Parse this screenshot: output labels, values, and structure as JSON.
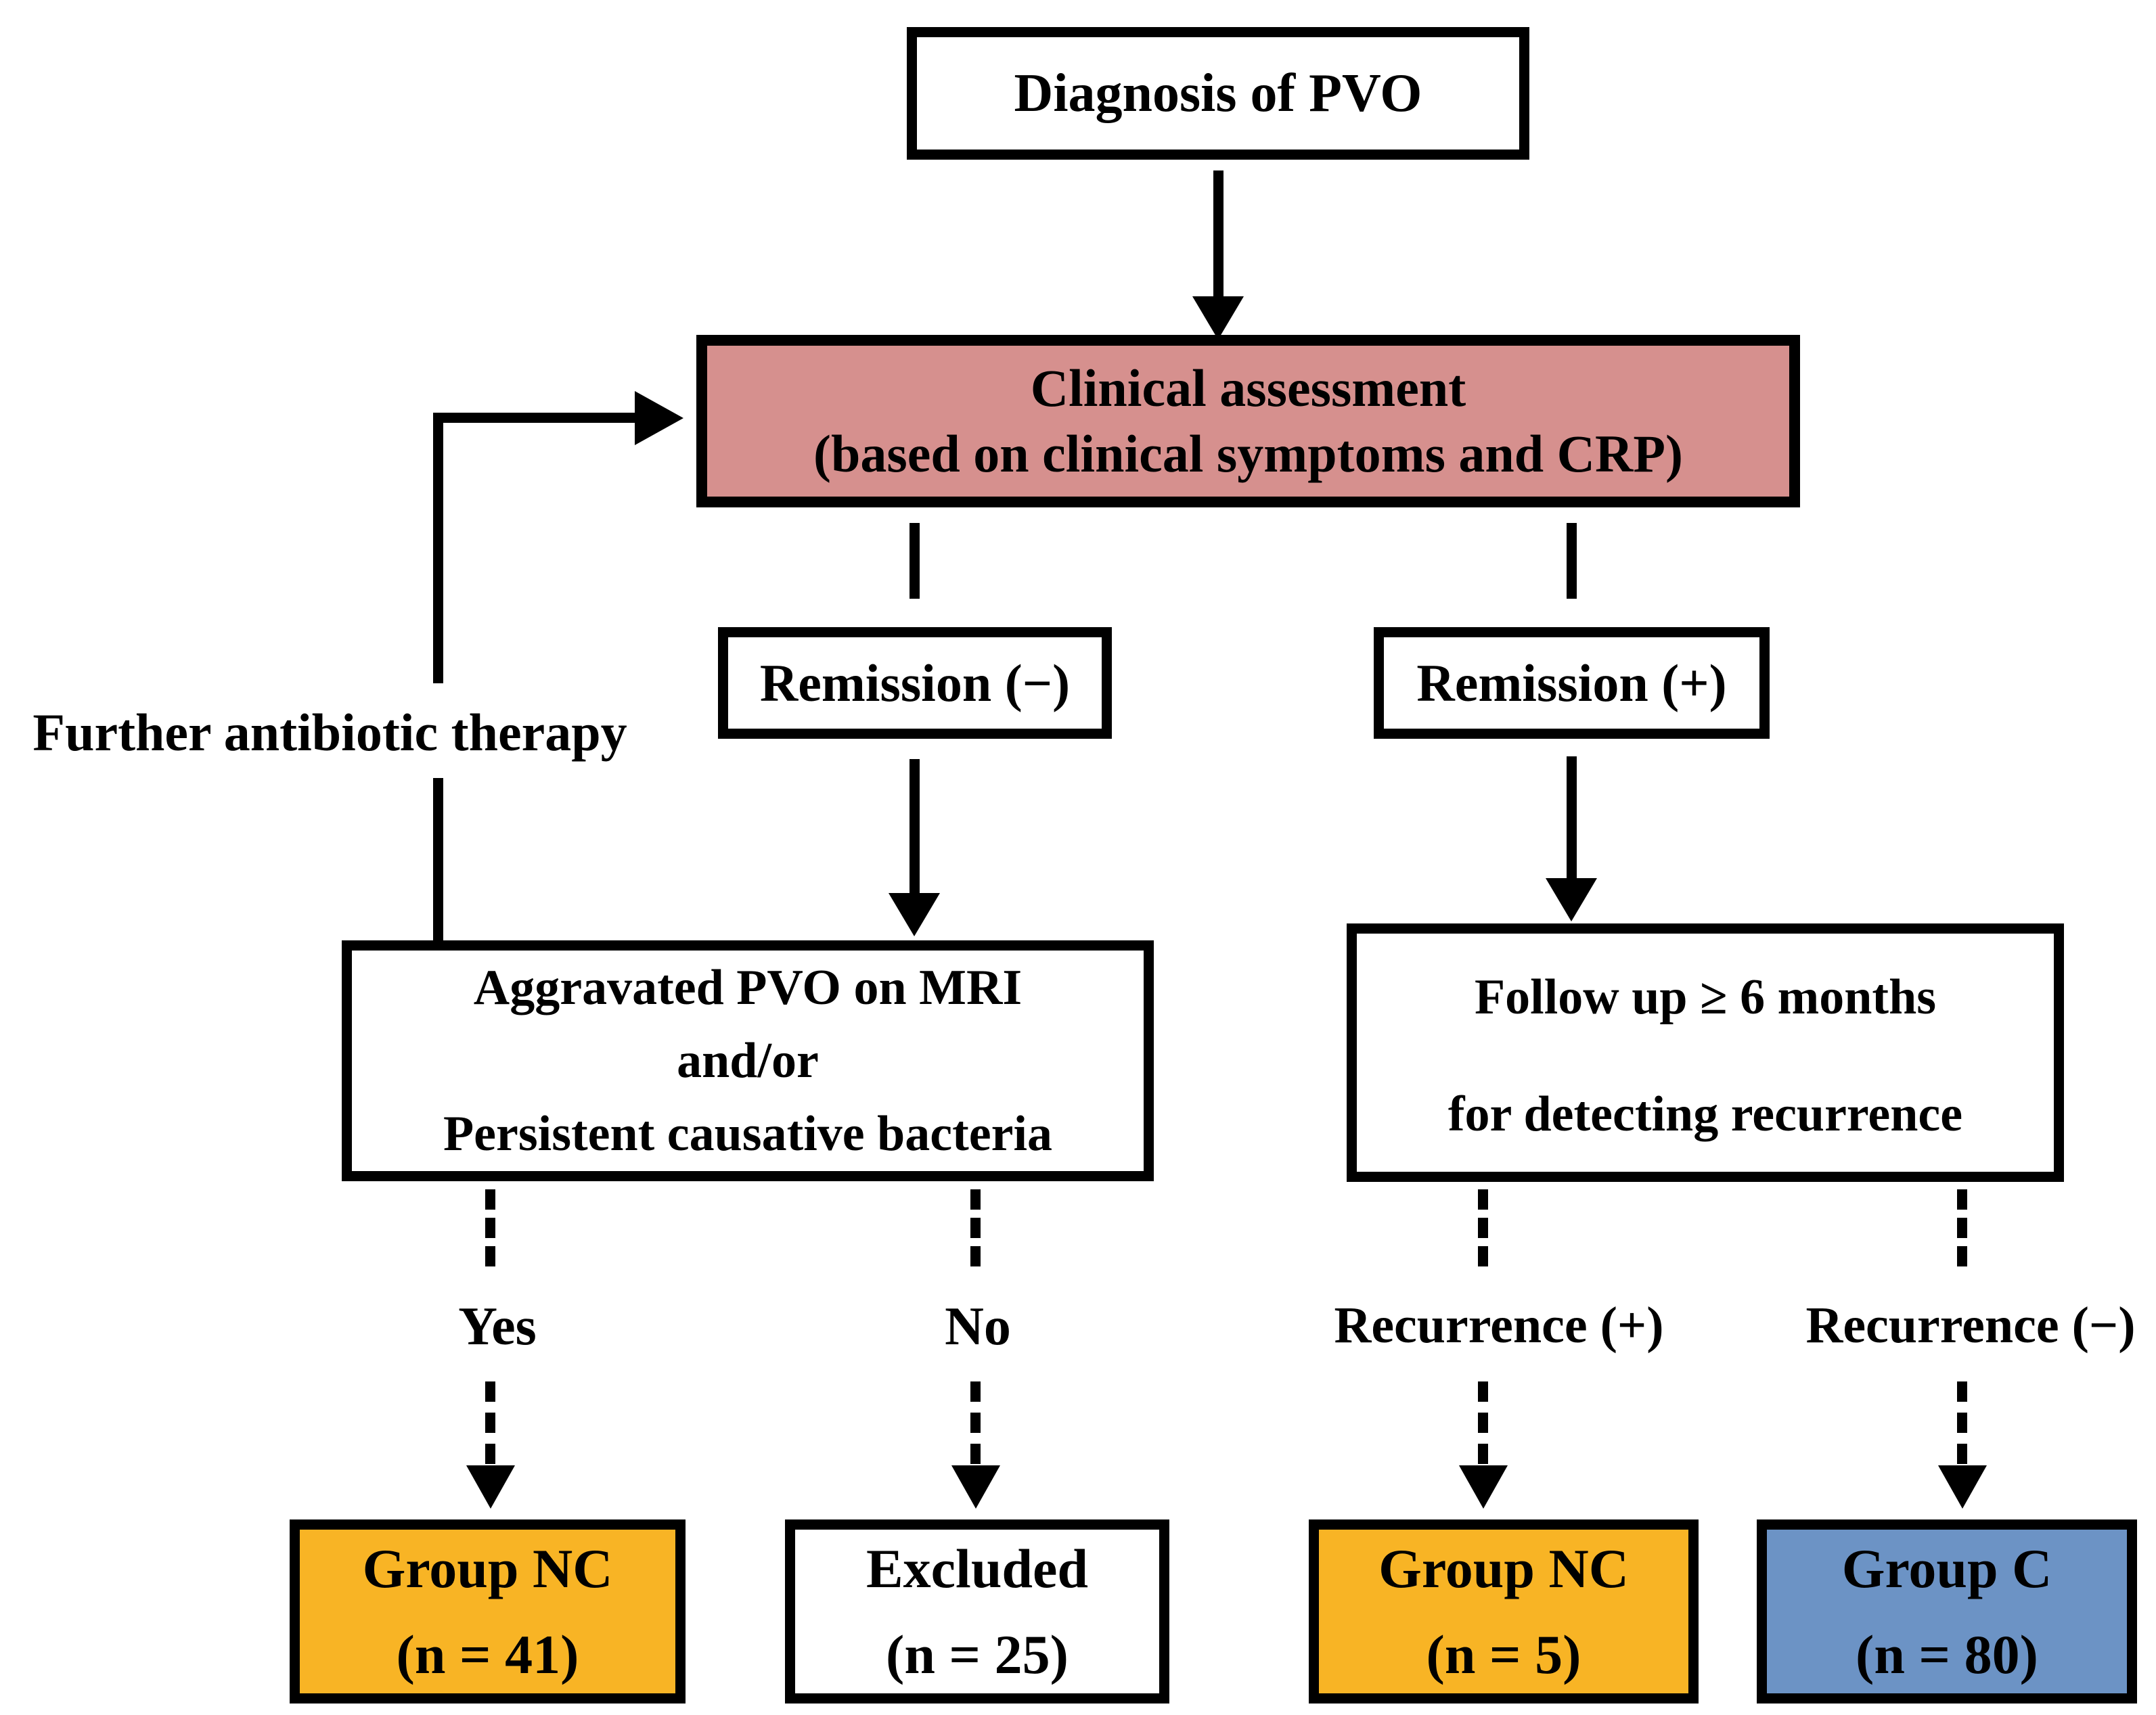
{
  "colors": {
    "assessment_fill": "#d6908e",
    "group_nc_fill": "#f8b425",
    "group_c_fill": "#6c93c5",
    "plain_fill": "#ffffff",
    "line": "#000000"
  },
  "nodes": {
    "diagnosis": {
      "label": "Diagnosis of PVO"
    },
    "clinical_assessment": {
      "line1": "Clinical assessment",
      "line2": "(based on clinical symptoms and CRP)"
    },
    "remission_negative": {
      "label": "Remission (−)"
    },
    "remission_positive": {
      "label": "Remission (+)"
    },
    "aggravated": {
      "line1": "Aggravated PVO on MRI",
      "line2": "and/or",
      "line3": "Persistent causative bacteria"
    },
    "follow_up": {
      "line1": "Follow up ≥ 6 months",
      "line2": "for detecting recurrence"
    },
    "group_nc_left": {
      "line1": "Group NC",
      "line2": "(n = 41)"
    },
    "excluded": {
      "line1": "Excluded",
      "line2": "(n = 25)"
    },
    "group_nc_right": {
      "line1": "Group NC",
      "line2": "(n = 5)"
    },
    "group_c": {
      "line1": "Group C",
      "line2": "(n = 80)"
    }
  },
  "labels": {
    "feedback": "Further antibiotic therapy",
    "yes": "Yes",
    "no": "No",
    "recurrence_positive": "Recurrence (+)",
    "recurrence_negative": "Recurrence (−)"
  }
}
